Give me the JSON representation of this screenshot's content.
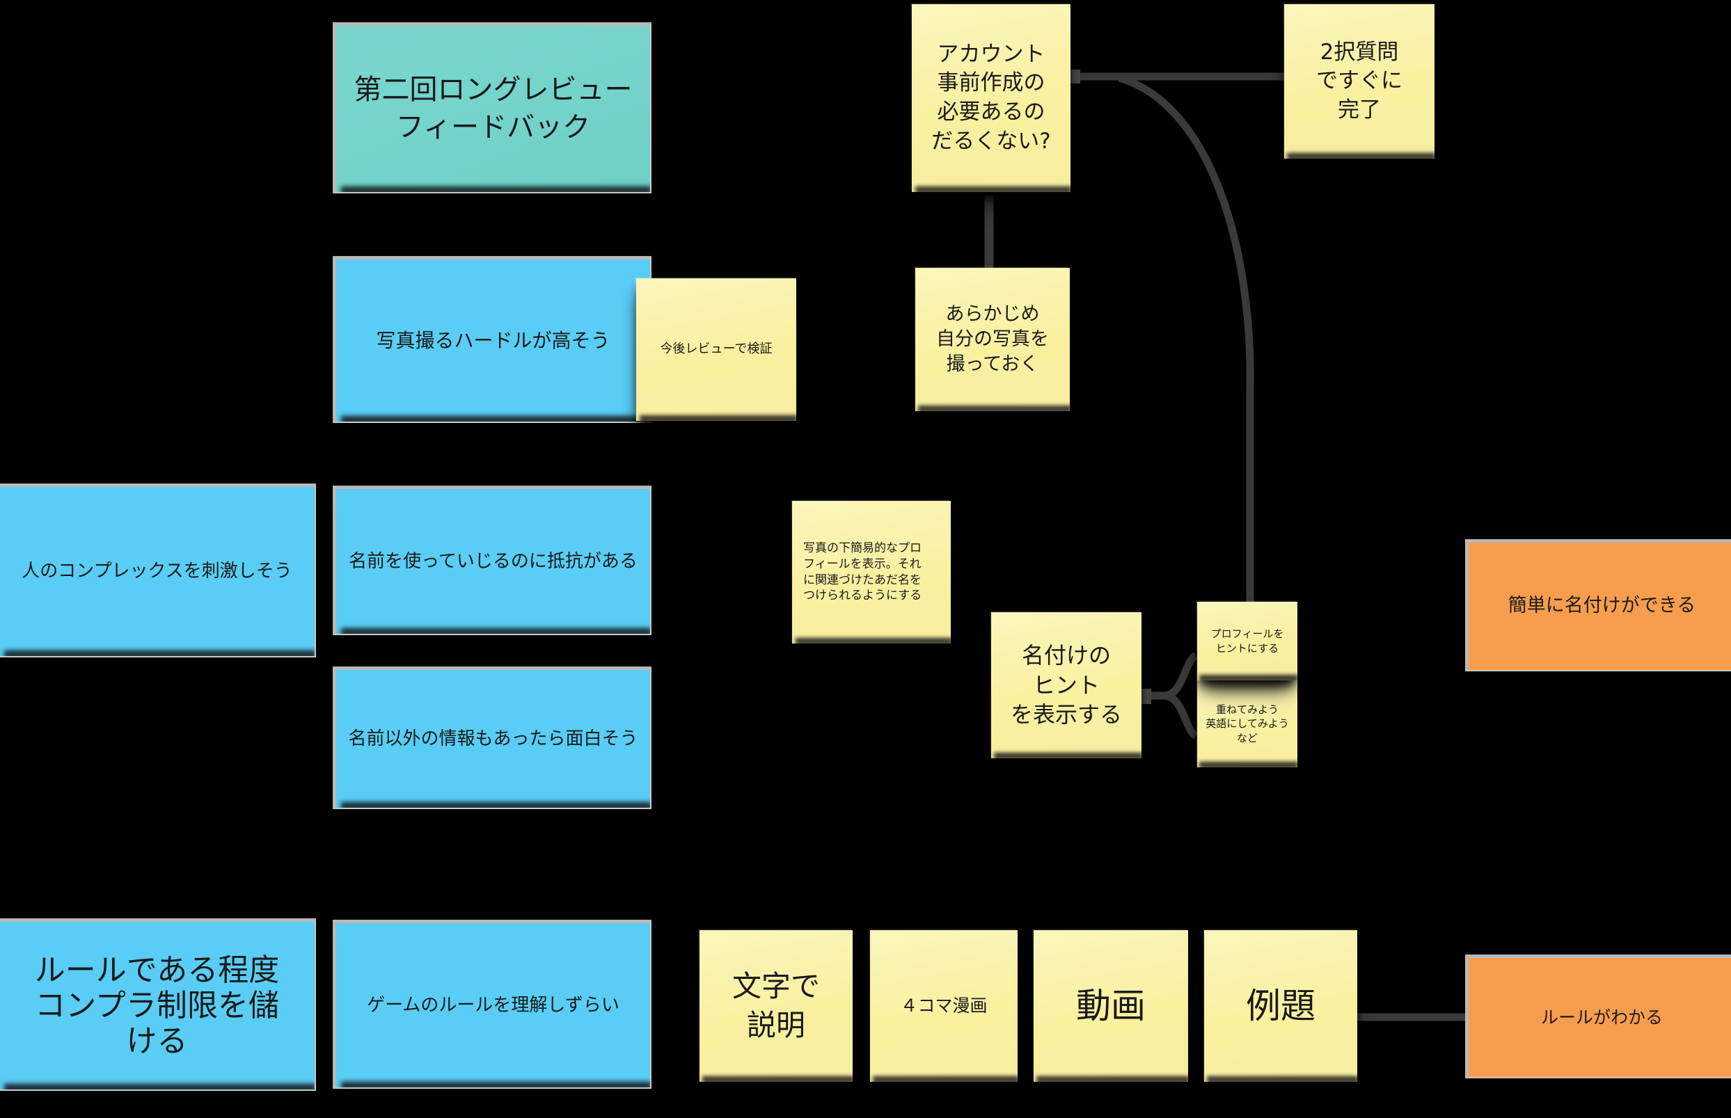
{
  "board": {
    "title": "第二回ロングレビュー\nフィードバック",
    "background_color": "#000000",
    "colors": {
      "teal": "#75d3cb",
      "blue": "#59cdf5",
      "yellow": "#faf3a8",
      "orange": "#f89d4d",
      "connector": "#3a3a3a",
      "card_border": "#b9b9b9"
    }
  },
  "notes": {
    "header_feedback": "第二回ロングレビュー\nフィードバック",
    "photo_hurdle": "写真撮るハードルが高そう",
    "verify_later": "今後レビューで検証",
    "complex_stimulate": "人のコンプレックスを刺激しそう",
    "name_teasing_resistance": "名前を使っていじるのに抵抗がある",
    "info_besides_name": "名前以外の情報もあったら面白そう",
    "compliance_rule": "ルールである程度\nコンプラ制限を儲\nける",
    "game_rule_hard": "ゲームのルールを理解しずらい",
    "account_precreate": "アカウント\n事前作成の\n必要あるの\nだるくない?",
    "two_choice_quick": "2択質問\nですぐに\n完了",
    "take_photo_before": "あらかじめ\n自分の写真を\n撮っておく",
    "profile_under_photo": "写真の下簡易的なプロ\nフィールを表示。それ\nに関連づけたあだ名を\nつけられるようにする",
    "naming_hint": "名付けの\nヒント\nを表示する",
    "profile_as_hint": "プロフィールを\nヒントにする",
    "overlay_english": "重ねてみよう\n英語にしてみよう\nなど",
    "easy_naming": "簡単に名付けができる",
    "explain_text": "文字で\n説明",
    "four_panel_comic": "４コマ漫画",
    "video": "動画",
    "example_question": "例題",
    "understand_rules": "ルールがわかる"
  }
}
